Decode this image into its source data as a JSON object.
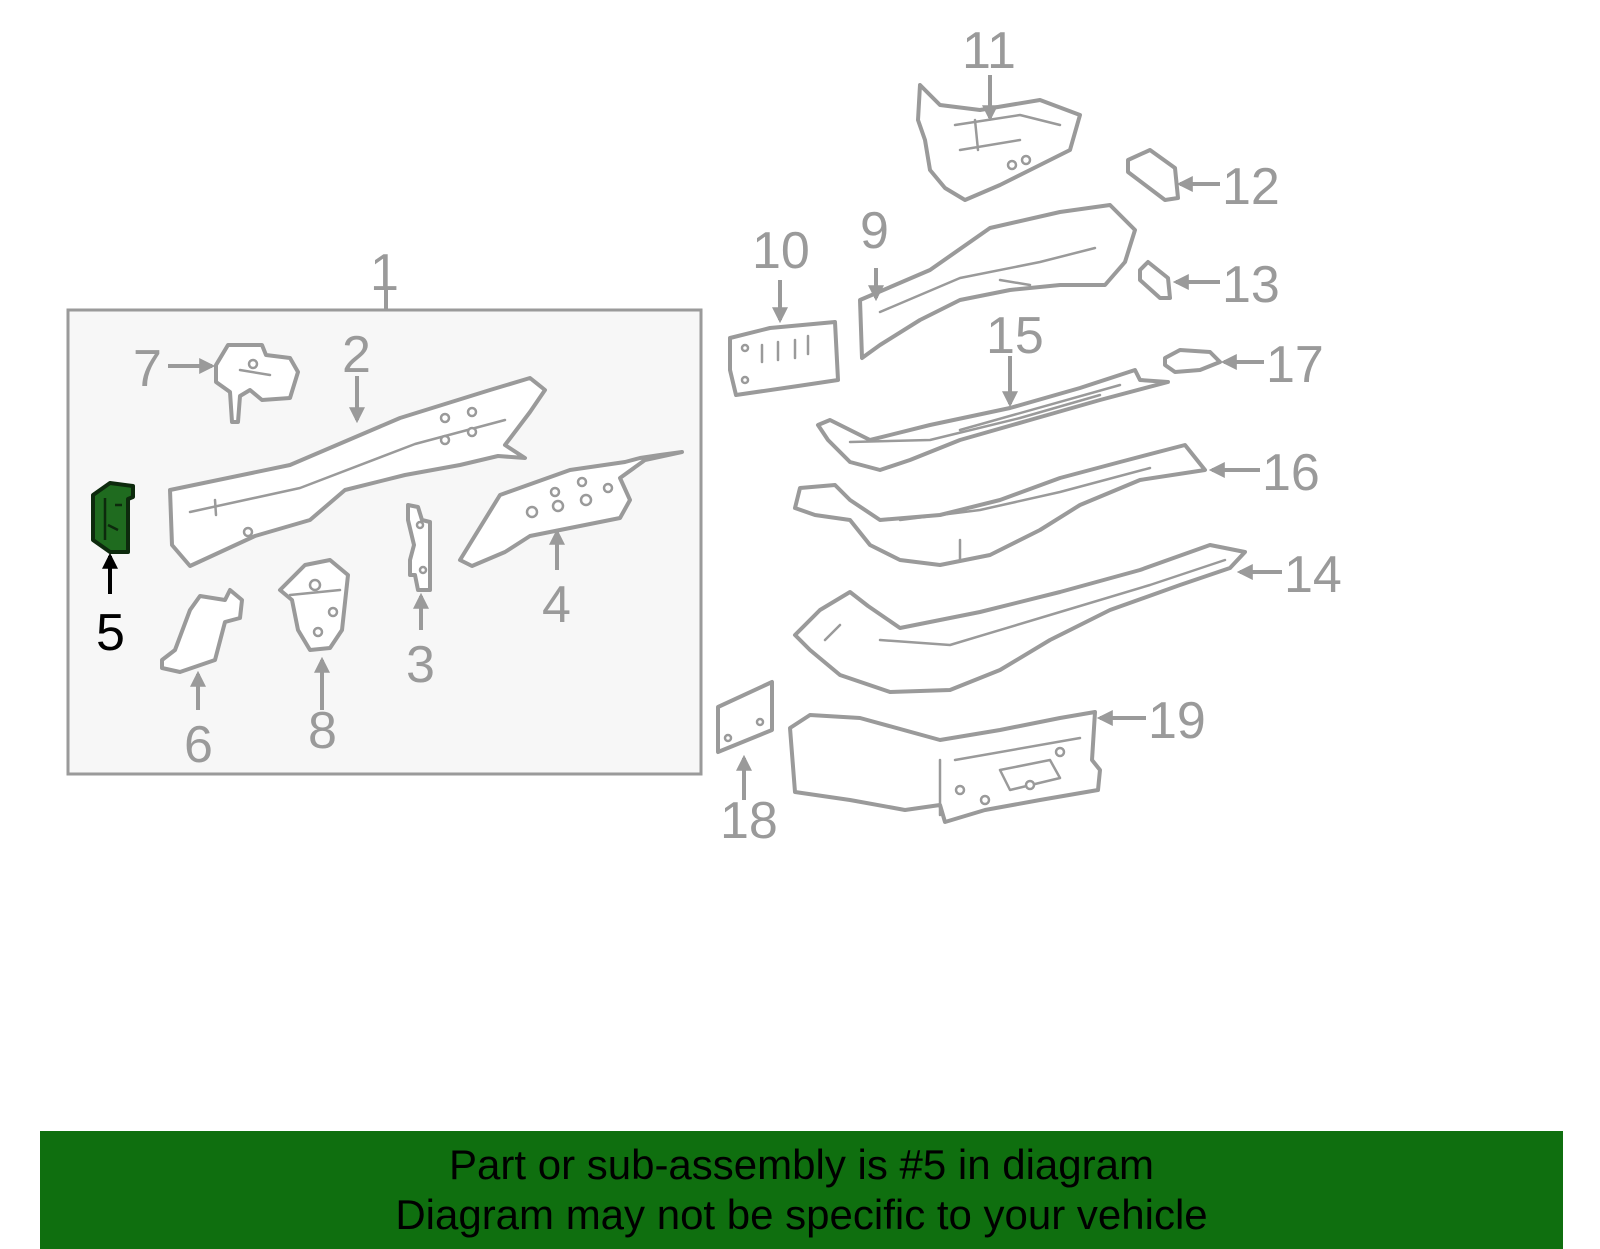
{
  "callouts": {
    "c1": "1",
    "c2": "2",
    "c3": "3",
    "c4": "4",
    "c5": "5",
    "c6": "6",
    "c7": "7",
    "c8": "8",
    "c9": "9",
    "c10": "10",
    "c11": "11",
    "c12": "12",
    "c13": "13",
    "c14": "14",
    "c15": "15",
    "c16": "16",
    "c17": "17",
    "c18": "18",
    "c19": "19"
  },
  "highlighted_part": "5",
  "colors": {
    "highlight_fill": "#1f6b1f",
    "banner_background": "#0f6f0f",
    "line_gray": "#9a9a9a",
    "group_box_fill": "#f7f7f7"
  },
  "banner": {
    "line1": "Part or sub-assembly is #5 in diagram",
    "line2": "Diagram may not be specific to your vehicle"
  }
}
